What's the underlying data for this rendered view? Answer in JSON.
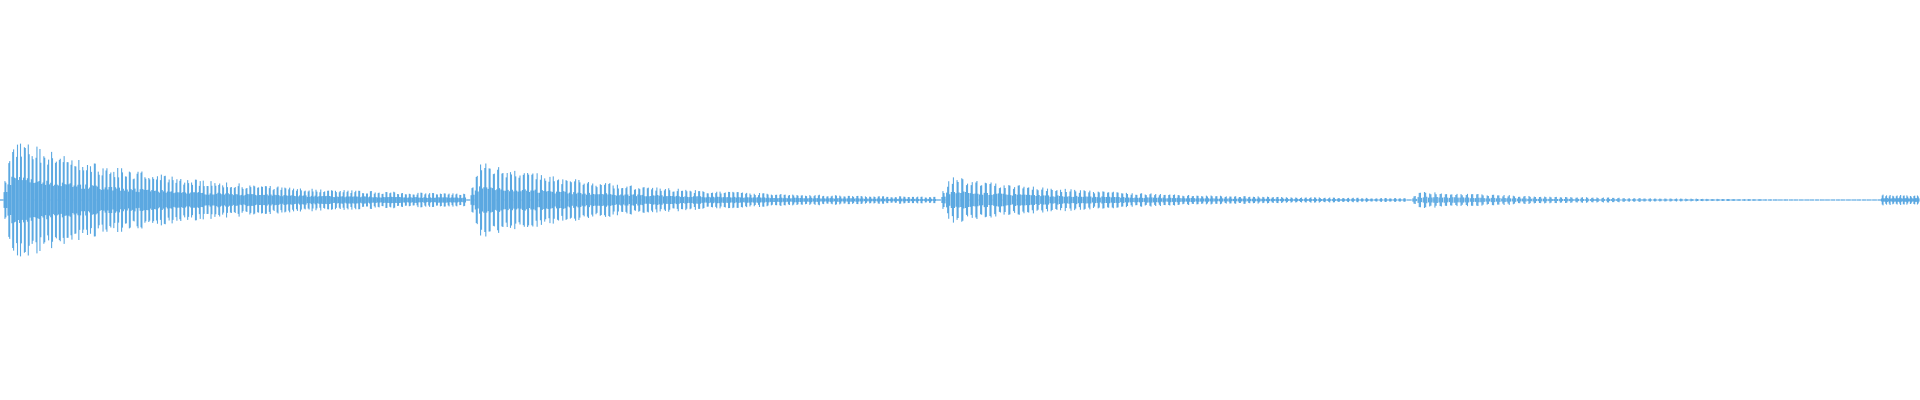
{
  "waveform": {
    "color": "#5ba8e1",
    "background": "#ffffff",
    "segments": [
      {
        "start": 0.0,
        "end": 0.243,
        "attack": 0.85,
        "decay": 0.05,
        "pulses": 120
      },
      {
        "start": 0.243,
        "end": 0.488,
        "attack": 0.52,
        "decay": 0.02,
        "pulses": 110
      },
      {
        "start": 0.488,
        "end": 0.733,
        "attack": 0.32,
        "decay": 0.01,
        "pulses": 100
      },
      {
        "start": 0.733,
        "end": 0.978,
        "attack": 0.12,
        "decay": 0.0,
        "pulses": 90
      },
      {
        "start": 0.978,
        "end": 1.0,
        "attack": 0.07,
        "decay": 0.06,
        "pulses": 12
      }
    ]
  }
}
